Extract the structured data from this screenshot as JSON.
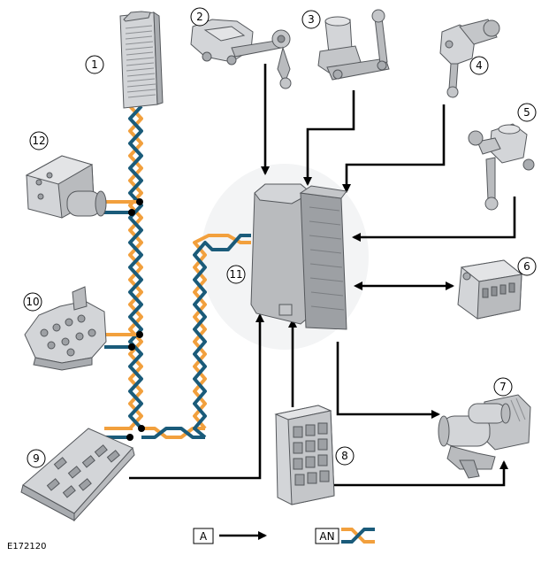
{
  "figure_code": "E172120",
  "legend": {
    "arrow_key": "A",
    "bus_key": "AN"
  },
  "colors": {
    "bus_blue": "#1a5b7a",
    "bus_orange": "#f2a03d",
    "arrow": "#000000",
    "component_fill": "#d3d5d8",
    "component_stroke": "#55585c"
  },
  "components": [
    {
      "number": "1",
      "icon": "module-icon"
    },
    {
      "number": "2",
      "icon": "height-sensor-icon"
    },
    {
      "number": "3",
      "icon": "height-sensor-icon"
    },
    {
      "number": "4",
      "icon": "height-sensor-icon"
    },
    {
      "number": "5",
      "icon": "height-sensor-icon"
    },
    {
      "number": "6",
      "icon": "valve-block-icon"
    },
    {
      "number": "7",
      "icon": "compressor-icon"
    },
    {
      "number": "8",
      "icon": "fuse-box-icon"
    },
    {
      "number": "9",
      "icon": "junction-box-icon"
    },
    {
      "number": "10",
      "icon": "valve-body-icon"
    },
    {
      "number": "11",
      "icon": "control-module-icon"
    },
    {
      "number": "12",
      "icon": "abs-module-icon"
    }
  ]
}
